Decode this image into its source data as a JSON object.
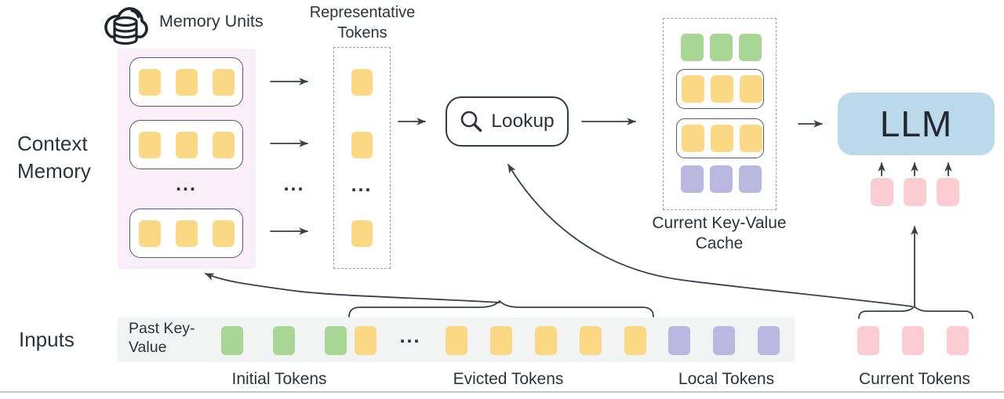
{
  "ellipsis": "...",
  "colors": {
    "token_yellow": "#FBD883",
    "token_green": "#A8D694",
    "token_purple": "#BAB7E1",
    "token_pink": "#FBCDD2",
    "llm_blue": "#BAD9EA",
    "memory_bg": "#FAEFF8",
    "input_bar_bg": "#F2F4F4",
    "text_dark": "#2D323C",
    "arrow": "#3A3F48",
    "dashed_border": "#9AA0A6"
  },
  "header": {
    "memory_units": "Memory Units",
    "representative_tokens": "Representative Tokens"
  },
  "context_memory": {
    "label": "Context Memory"
  },
  "lookup": {
    "label": "Lookup"
  },
  "kv_cache": {
    "label": "Current Key-Value Cache"
  },
  "llm": {
    "label": "LLM"
  },
  "inputs": {
    "label": "Inputs",
    "past_key_value": "Past Key-Value",
    "captions": {
      "initial": "Initial Tokens",
      "evicted": "Evicted Tokens",
      "local": "Local Tokens",
      "current": "Current Tokens"
    }
  },
  "token_groups": {
    "memory_row_1": {
      "color": "#FBD883",
      "count": 3
    },
    "memory_row_2": {
      "color": "#FBD883",
      "count": 3
    },
    "memory_row_3": {
      "color": "#FBD883",
      "count": 3
    },
    "rep_1": {
      "color": "#FBD883",
      "count": 1
    },
    "rep_2": {
      "color": "#FBD883",
      "count": 1
    },
    "rep_3": {
      "color": "#FBD883",
      "count": 1
    },
    "kv_initial": {
      "color": "#A8D694",
      "count": 3
    },
    "kv_unit_1": {
      "color": "#FBD883",
      "count": 3
    },
    "kv_unit_2": {
      "color": "#FBD883",
      "count": 3
    },
    "kv_local": {
      "color": "#BAB7E1",
      "count": 3
    },
    "llm_current": {
      "color": "#FBCDD2",
      "count": 3
    },
    "in_initial": {
      "color": "#A8D694",
      "count": 3
    },
    "in_evicted_head": {
      "color": "#FBD883",
      "count": 1
    },
    "in_evicted_tail": {
      "color": "#FBD883",
      "count": 5
    },
    "in_local": {
      "color": "#BAB7E1",
      "count": 3
    },
    "in_current": {
      "color": "#FBCDD2",
      "count": 3
    }
  }
}
